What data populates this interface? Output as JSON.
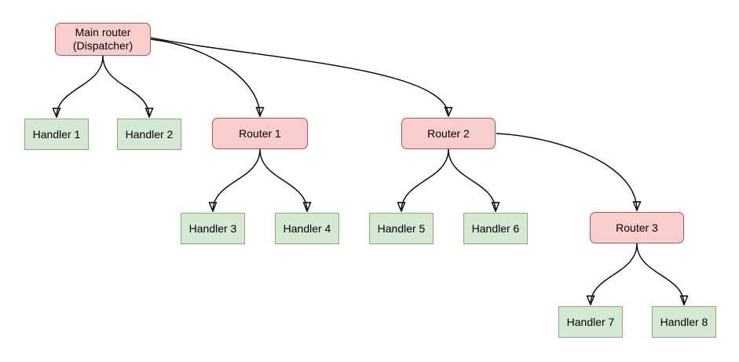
{
  "diagram": {
    "nodes": {
      "main_router": {
        "line1": "Main router",
        "line2": "(Dispatcher)",
        "type": "router"
      },
      "handler_1": {
        "label": "Handler 1",
        "type": "handler"
      },
      "handler_2": {
        "label": "Handler 2",
        "type": "handler"
      },
      "router_1": {
        "label": "Router 1",
        "type": "router"
      },
      "router_2": {
        "label": "Router 2",
        "type": "router"
      },
      "router_3": {
        "label": "Router 3",
        "type": "router"
      },
      "handler_3": {
        "label": "Handler 3",
        "type": "handler"
      },
      "handler_4": {
        "label": "Handler 4",
        "type": "handler"
      },
      "handler_5": {
        "label": "Handler 5",
        "type": "handler"
      },
      "handler_6": {
        "label": "Handler 6",
        "type": "handler"
      },
      "handler_7": {
        "label": "Handler 7",
        "type": "handler"
      },
      "handler_8": {
        "label": "Handler 8",
        "type": "handler"
      }
    },
    "edges": [
      {
        "from": "Main router (Dispatcher)",
        "to": "Handler 1"
      },
      {
        "from": "Main router (Dispatcher)",
        "to": "Handler 2"
      },
      {
        "from": "Main router (Dispatcher)",
        "to": "Router 1"
      },
      {
        "from": "Main router (Dispatcher)",
        "to": "Router 2"
      },
      {
        "from": "Router 1",
        "to": "Handler 3"
      },
      {
        "from": "Router 1",
        "to": "Handler 4"
      },
      {
        "from": "Router 2",
        "to": "Handler 5"
      },
      {
        "from": "Router 2",
        "to": "Handler 6"
      },
      {
        "from": "Router 2",
        "to": "Router 3"
      },
      {
        "from": "Router 3",
        "to": "Handler 7"
      },
      {
        "from": "Router 3",
        "to": "Handler 8"
      }
    ],
    "colors": {
      "router_fill": "#f8cecc",
      "router_border": "#b85450",
      "handler_fill": "#d5e8d4",
      "handler_border": "#82b366",
      "edge_line": "#000000",
      "background": "#ffffff"
    }
  }
}
